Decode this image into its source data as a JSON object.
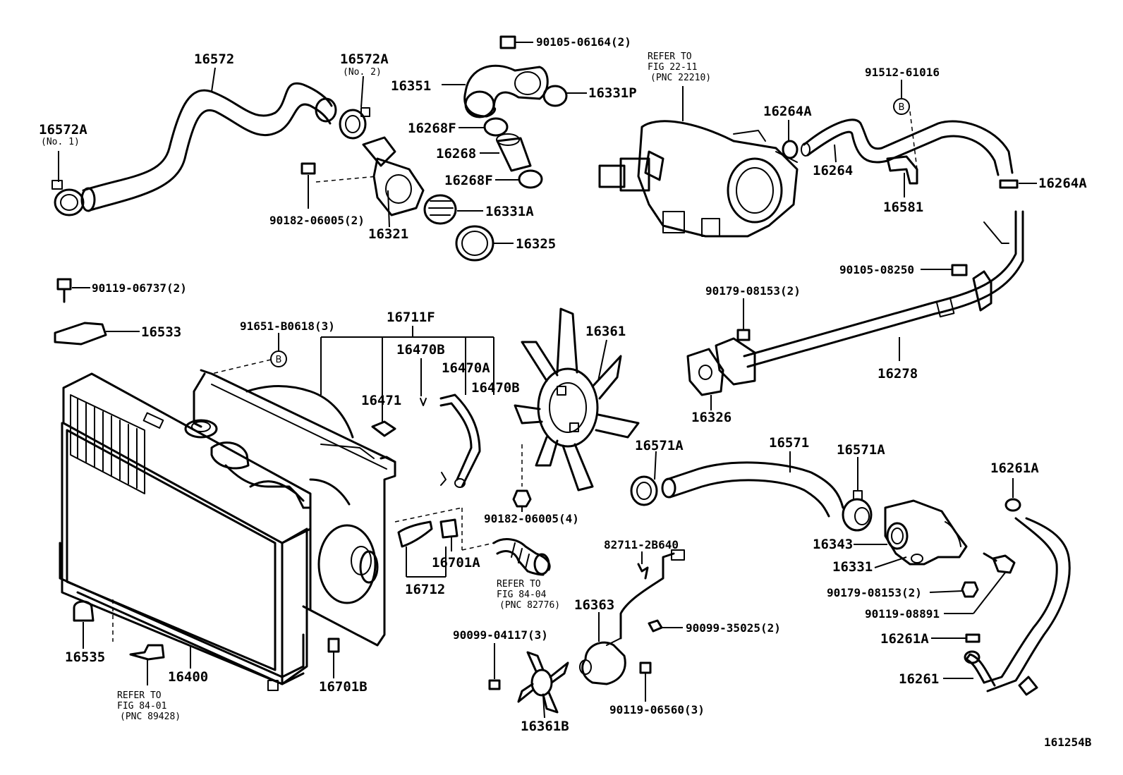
{
  "diagram": {
    "figure_number": "161254B",
    "refs": {
      "fig_22_11": [
        "REFER TO",
        "FIG 22-11",
        "(PNC 22210)"
      ],
      "fig_84_04": [
        "REFER TO",
        "FIG 84-04",
        "(PNC 82776)"
      ],
      "fig_84_01": [
        "REFER TO",
        "FIG 84-01",
        "(PNC 89428)"
      ]
    },
    "sub_labels": {
      "no1": "(No. 1)",
      "no2": "(No. 2)"
    },
    "circle_letter": "B",
    "parts": {
      "p16572": "16572",
      "p16572A_1": "16572A",
      "p16572A_2": "16572A",
      "p90182_06005_2": "90182-06005(2)",
      "p16321": "16321",
      "p90105_06164_2": "90105-06164(2)",
      "p16351": "16351",
      "p16331P": "16331P",
      "p16268F_a": "16268F",
      "p16268": "16268",
      "p16268F_b": "16268F",
      "p16331A": "16331A",
      "p16325": "16325",
      "p91512_61016": "91512-61016",
      "p16264A_a": "16264A",
      "p16264": "16264",
      "p16264A_b": "16264A",
      "p16581": "16581",
      "p90105_08250": "90105-08250",
      "p90179_08153_2a": "90179-08153(2)",
      "p16278": "16278",
      "p16326": "16326",
      "p90119_06737_2": "90119-06737(2)",
      "p16533": "16533",
      "p91651_B0618_3": "91651-B0618(3)",
      "p16711F": "16711F",
      "p16470B_a": "16470B",
      "p16470A": "16470A",
      "p16470B_b": "16470B",
      "p16471": "16471",
      "p16361": "16361",
      "p90182_06005_4": "90182-06005(4)",
      "p16701A": "16701A",
      "p16712": "16712",
      "p16571A_a": "16571A",
      "p16571": "16571",
      "p16571A_b": "16571A",
      "p16261A_a": "16261A",
      "p16343": "16343",
      "p16331": "16331",
      "p90179_08153_2b": "90179-08153(2)",
      "p90119_08891": "90119-08891",
      "p16261A_b": "16261A",
      "p16261": "16261",
      "p82711_2B640": "82711-2B640",
      "p16363": "16363",
      "p90099_35025_2": "90099-35025(2)",
      "p90119_06560_3": "90119-06560(3)",
      "p90099_04117_3": "90099-04117(3)",
      "p16361B": "16361B",
      "p16535": "16535",
      "p16400": "16400",
      "p16701B": "16701B"
    }
  }
}
